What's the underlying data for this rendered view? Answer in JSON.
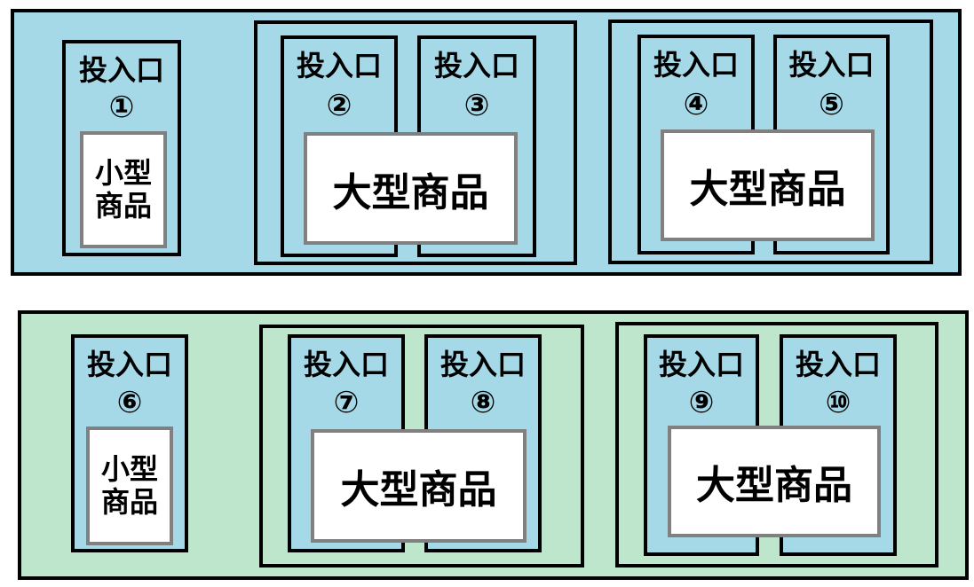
{
  "colors": {
    "row1": "#a5d9e8",
    "row2": "#bde6cc",
    "slot": "#a5d9e8",
    "border": "#000000",
    "product_border": "#808080"
  },
  "slot_label": "投入口",
  "small_product_label": "小型商品",
  "large_product_label": "大型商品",
  "rows": [
    {
      "color": "#a5d9e8",
      "single": {
        "number": "①"
      },
      "pairs": [
        {
          "numbers": [
            "②",
            "③"
          ]
        },
        {
          "numbers": [
            "④",
            "⑤"
          ]
        }
      ]
    },
    {
      "color": "#bde6cc",
      "single": {
        "number": "⑥"
      },
      "pairs": [
        {
          "numbers": [
            "⑦",
            "⑧"
          ]
        },
        {
          "numbers": [
            "⑨",
            "⑩"
          ]
        }
      ]
    }
  ]
}
